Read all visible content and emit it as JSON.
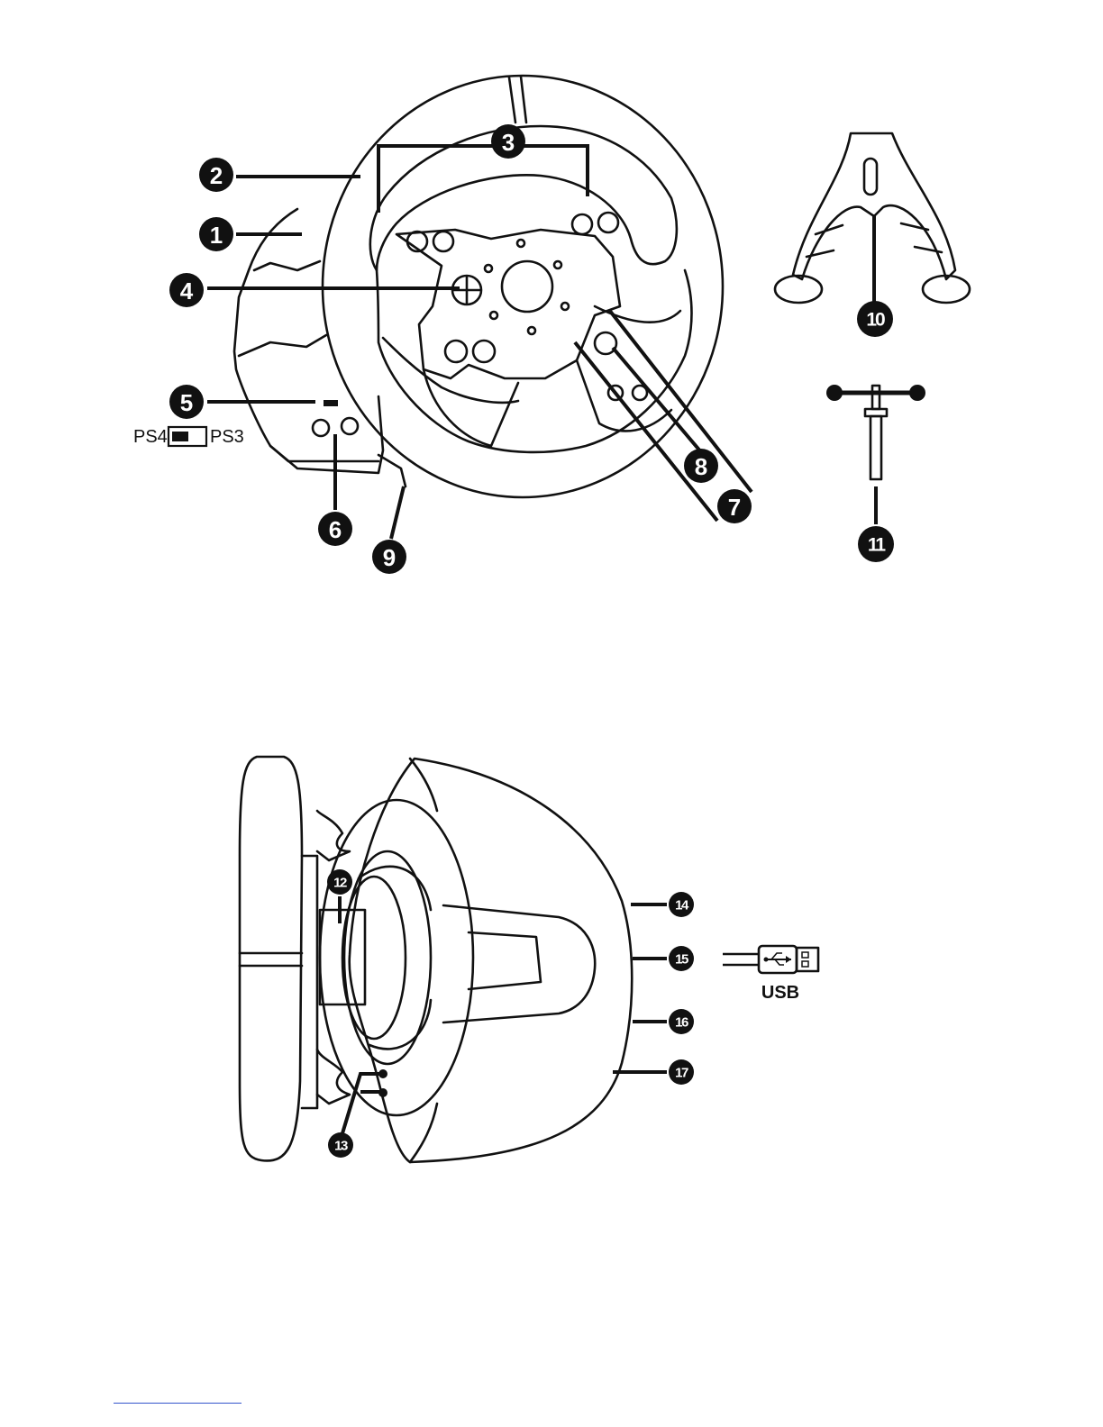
{
  "callouts": [
    {
      "id": "1",
      "label": "1"
    },
    {
      "id": "2",
      "label": "2"
    },
    {
      "id": "3",
      "label": "3"
    },
    {
      "id": "4",
      "label": "4"
    },
    {
      "id": "5",
      "label": "5"
    },
    {
      "id": "6",
      "label": "6"
    },
    {
      "id": "7",
      "label": "7"
    },
    {
      "id": "8",
      "label": "8"
    },
    {
      "id": "9",
      "label": "9"
    },
    {
      "id": "10",
      "label": "10"
    },
    {
      "id": "11",
      "label": "11"
    },
    {
      "id": "12",
      "label": "12"
    },
    {
      "id": "13",
      "label": "13"
    },
    {
      "id": "14",
      "label": "14"
    },
    {
      "id": "15",
      "label": "15"
    },
    {
      "id": "16",
      "label": "16"
    },
    {
      "id": "17",
      "label": "17"
    }
  ],
  "mode_switch": {
    "left_label": "PS4",
    "right_label": "PS3"
  },
  "usb_label": "USB"
}
